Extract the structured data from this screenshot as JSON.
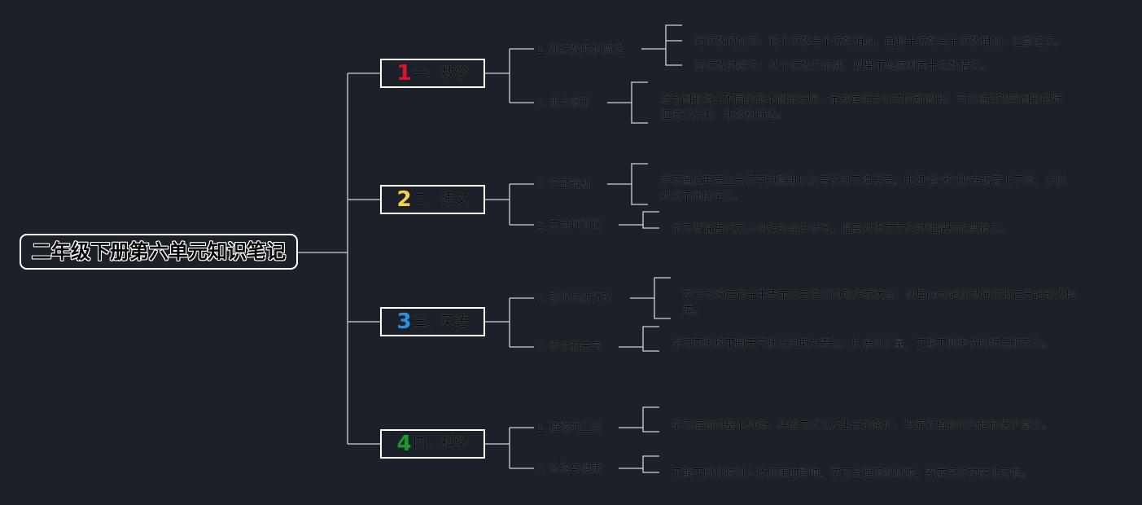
{
  "root": {
    "title": "二年级下册第六单元知识笔记"
  },
  "topics": [
    {
      "num": "1",
      "num_color": "#e0122b",
      "name": "一、数学",
      "subs": [
        {
          "label": "1. 两位数的加减法",
          "leaves": [
            "两位数的加法：将个位数与个位数相加，再将十位数与十位数相加，注意进位。",
            "两位数的减法：从个位数开始减，如果不够减则向十位数借位。"
          ]
        },
        {
          "label": "2. 组合图形",
          "leaves": [
            "组合图形指由不同的基本图形按照一定规律组合而成的新图形，可以通过观察图形的特征进行分类、比较和描述。"
          ]
        }
      ]
    },
    {
      "num": "2",
      "num_color": "#f3d24a",
      "name": "二、语文",
      "subs": [
        {
          "label": "1. 字音辨析",
          "leaves": [
            "学习通过声音区分汉字的意思以及音节的正确发音。比如“爸”和“把”在语音上不同，分别对应不同的字义。"
          ]
        },
        {
          "label": "2. 古诗词背诵",
          "leaves": [
            "学习背诵古代文人创作的经典诗词，提高对语文文化的理解和欣赏能力。"
          ]
        }
      ]
    },
    {
      "num": "3",
      "num_color": "#2a8fe0",
      "name": "三、英语",
      "subs": [
        {
          "label": "1. 动词的进行时",
          "leaves": [
            "学习动词在句子中表示正在进行的动作或状态，使用be动词加动词的现在分词形式构成。"
          ]
        },
        {
          "label": "2. 季节和天气",
          "leaves": [
            "学习四季和不同天气状况的英文表达，扩展词汇量，了解不同季节的特点和变化。"
          ]
        }
      ]
    },
    {
      "num": "4",
      "num_color": "#1a9a2a",
      "name": "四、科学",
      "subs": [
        {
          "label": "1. 植物的生活",
          "leaves": [
            "学习植物的基本构造、种植方式以及生长的条件，培养对植物的兴趣和保护意识。"
          ]
        },
        {
          "label": "2. 食物与健康",
          "leaves": [
            "了解不同食物对人体健康的影响，学习合理搭配食物，养成良好的饮食习惯。"
          ]
        }
      ]
    }
  ]
}
